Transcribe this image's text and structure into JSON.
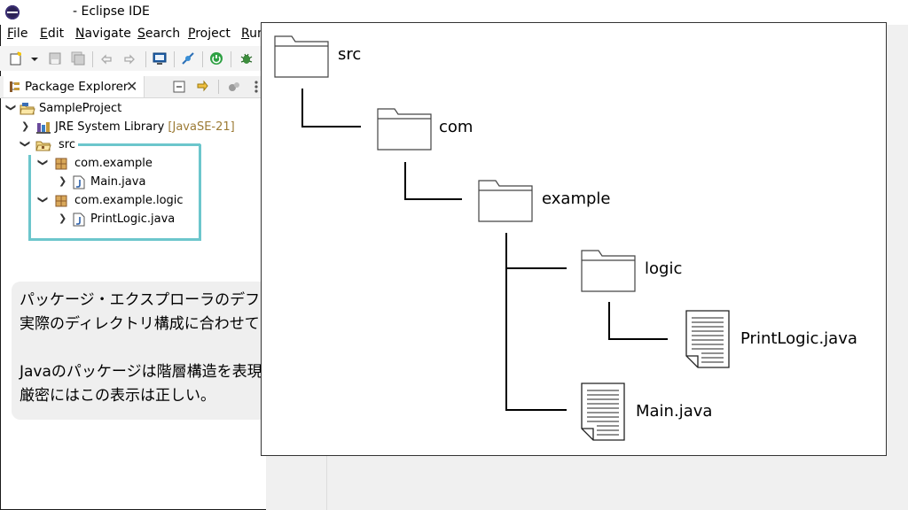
{
  "window": {
    "title": "- Eclipse IDE"
  },
  "menu": {
    "items": [
      {
        "key": "F",
        "rest": "ile"
      },
      {
        "key": "E",
        "rest": "dit"
      },
      {
        "key": "N",
        "rest": "avigate"
      },
      {
        "key": "S",
        "rest": "earch"
      },
      {
        "key": "P",
        "rest": "roject"
      },
      {
        "key": "R",
        "rest": "un"
      }
    ]
  },
  "toolbar": {
    "icons": [
      "new-icon",
      "dropdown-arrow-icon",
      "save-icon",
      "save-all-icon",
      "undo-icon",
      "redo-icon",
      "monitor-icon",
      "debug-skip-icon",
      "run-icon",
      "bug-icon"
    ]
  },
  "package_explorer": {
    "tab_label": "Package Explorer",
    "tree": [
      {
        "label": "SampleProject",
        "suffix": "",
        "depth": 0,
        "expanded": true,
        "icon": "project-icon"
      },
      {
        "label": "JRE System Library ",
        "suffix": "[JavaSE-21]",
        "depth": 1,
        "expanded": false,
        "icon": "library-icon"
      },
      {
        "label": "src",
        "suffix": "",
        "depth": 1,
        "expanded": true,
        "icon": "source-folder-icon"
      },
      {
        "label": "com.example",
        "suffix": "",
        "depth": 2,
        "expanded": true,
        "icon": "package-icon"
      },
      {
        "label": "Main.java",
        "suffix": "",
        "depth": 3,
        "expanded": false,
        "icon": "java-file-icon"
      },
      {
        "label": "com.example.logic",
        "suffix": "",
        "depth": 2,
        "expanded": true,
        "icon": "package-icon"
      },
      {
        "label": "PrintLogic.java",
        "suffix": "",
        "depth": 3,
        "expanded": false,
        "icon": "java-file-icon"
      }
    ]
  },
  "note": {
    "lines": [
      "パッケージ・エクスプローラのデフォルト設定では、",
      "実際のディレクトリ構成に合わせて階層表示されない。",
      "",
      "Javaのパッケージは階層構造を表現するものでないため、",
      "厳密にはこの表示は正しい。"
    ]
  },
  "diagram": {
    "folders": [
      {
        "label": "src"
      },
      {
        "label": "com"
      },
      {
        "label": "example"
      },
      {
        "label": "logic"
      }
    ],
    "files": [
      {
        "label": "PrintLogic.java"
      },
      {
        "label": "Main.java"
      }
    ]
  }
}
